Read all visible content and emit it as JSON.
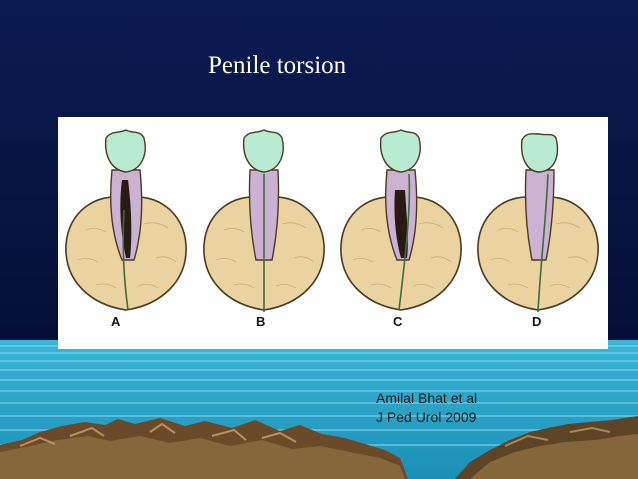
{
  "slide": {
    "title": "Penile torsion",
    "panel_labels": [
      "A",
      "B",
      "C",
      "D"
    ],
    "citation": [
      "Amilal Bhat et al",
      "J Ped Urol 2009"
    ]
  },
  "colors": {
    "background_top": "#0a1a4e",
    "background_bottom": "#02062a",
    "sea": "#2aa6c8",
    "scrotum": "#ead3a0",
    "shaft": "#cbb2d3",
    "glans": "#b9ead2",
    "raphe": "#3e6b3c"
  }
}
